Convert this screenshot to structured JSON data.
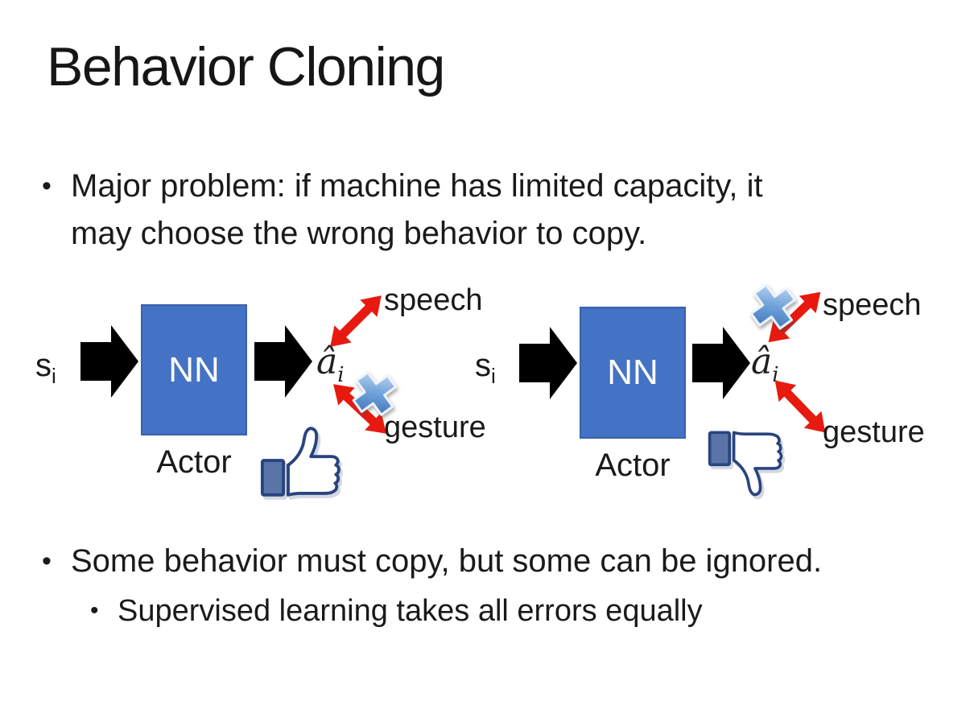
{
  "slide": {
    "title": "Behavior Cloning",
    "bullet_glyph": "•",
    "bullet1_line1": "Major problem: if machine has limited capacity, it",
    "bullet1_line2": "may choose the wrong behavior to copy.",
    "bullet2": "Some behavior must copy, but some can be ignored.",
    "bullet2_sub": "Supervised learning takes all errors equally"
  },
  "diagrams": {
    "left": {
      "input": "s",
      "input_sub": "i",
      "box_label": "NN",
      "box_caption": "Actor",
      "output": "â",
      "output_sub": "i",
      "action_top": "speech",
      "action_bottom": "gesture",
      "crossed_out": "gesture",
      "feedback_icon": "thumbs-up"
    },
    "right": {
      "input": "s",
      "input_sub": "i",
      "box_label": "NN",
      "box_caption": "Actor",
      "output": "â",
      "output_sub": "i",
      "action_top": "speech",
      "action_bottom": "gesture",
      "crossed_out": "speech",
      "feedback_icon": "thumbs-down"
    }
  },
  "colors": {
    "background": "#FFFFFF",
    "text": "#1A1A1A",
    "nn_box_fill": "#4472C4",
    "nn_box_border": "#3A62A8",
    "nn_box_text": "#FFFFFF",
    "block_arrow": "#000000",
    "action_arrow_red": "#E8190F",
    "cross_gradient_light": "#D6E7F8",
    "cross_gradient_dark": "#2E66B4",
    "thumb_outline": "#29447E",
    "thumb_cuff": "#5B74A8",
    "thumb_fill": "#FFFFFF"
  }
}
